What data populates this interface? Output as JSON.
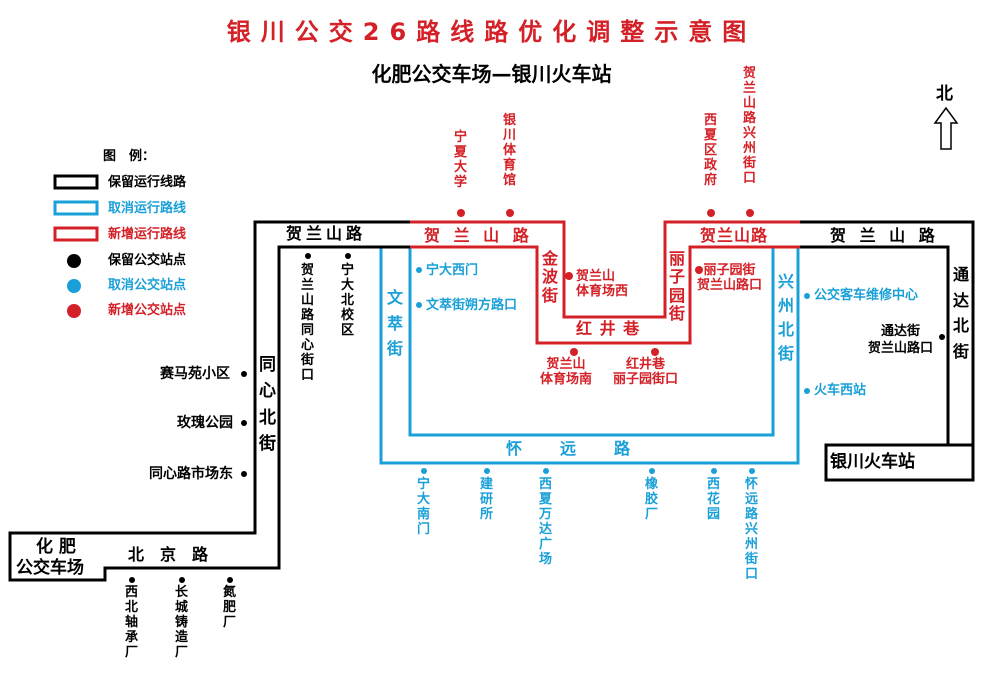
{
  "title": "银川公交26路线路优化调整示意图",
  "subtitle": "化肥公交车场—银川火车站",
  "north_label": "北",
  "colors": {
    "keep": "#000000",
    "cancel": "#1aa0d8",
    "new": "#d42027"
  },
  "legend": {
    "heading": "图　例：",
    "keep_line": "保留运行线路",
    "cancel_line": "取消运行路线",
    "new_line": "新增运行路线",
    "keep_stop": "保留公交站点",
    "cancel_stop": "取消公交站点",
    "new_stop": "新增公交站点"
  },
  "terminals": {
    "start_line1": "化 肥",
    "start_line2": "公交车场",
    "end": "银川火车站"
  },
  "roads": {
    "helanshan_left": "贺兰山路",
    "helanshan_mid": "贺 兰 山 路",
    "helanshan_right_red": "贺兰山路",
    "helanshan_right": "贺 兰 山 路",
    "tongxin_north": "同\n心\n北\n街",
    "beijing": "北　京　路",
    "wencui": "文\n萃\n街",
    "jinbo": "金\n波\n街",
    "hongjing": "红 井 巷",
    "lizi": "丽\n子\n园\n街",
    "xingzhou_north": "兴\n州\n北\n街",
    "huaiyuan": "怀　　远　　路",
    "tongda_north": "通\n达\n北\n街"
  },
  "stops": {
    "black": {
      "helanshan_tongxin": "贺\n兰\n山\n路\n同\n心\n街\n口",
      "ningda_north": "宁\n大\n北\n校\n区",
      "saima": "赛马苑小区",
      "meigui": "玫瑰公园",
      "tongxin_market": "同心路市场东",
      "xibei_bearing": "西\n北\n轴\n承\n厂",
      "changcheng": "长\n城\n铸\n造\n厂",
      "danfei": "氮\n肥\n厂",
      "tongda_helanshan": "通达街\n贺兰山路口"
    },
    "blue": {
      "ningda_west": "宁大西门",
      "wencui_shuofang": "文萃街朔方路口",
      "bus_repair": "公交客车维修中心",
      "train_west": "火车西站",
      "ningda_south": "宁\n大\n南\n门",
      "jianyan": "建\n研\n所",
      "xixia_wanda": "西\n夏\n万\n达\n广\n场",
      "rubber": "橡\n胶\n厂",
      "xihua": "西\n花\n园",
      "huaiyuan_xingzhou": "怀\n远\n路\n兴\n州\n街\n口"
    },
    "red": {
      "ningxia_univ": "宁\n夏\n大\n学",
      "stadium": "银\n川\n体\n育\n馆",
      "xixia_gov": "西\n夏\n区\n政\n府",
      "helanshan_xingzhou": "贺\n兰\n山\n路\n兴\n州\n街\n口",
      "helanshan_sports_west": "贺兰山\n体育场西",
      "helanshan_sports_south": "贺兰山\n体育场南",
      "hongjing_lizi": "红井巷\n丽子园街口",
      "lizi_helanshan": "丽子园街\n贺兰山路口"
    }
  }
}
